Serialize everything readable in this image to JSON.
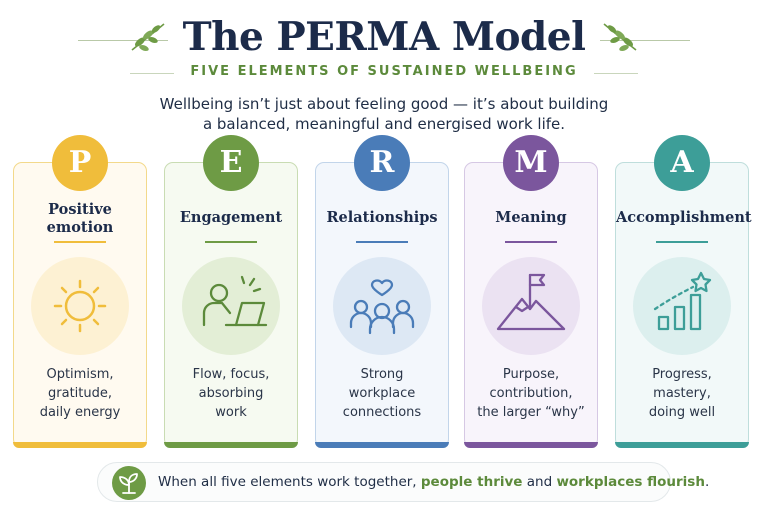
{
  "title": "The PERMA Model",
  "subtitle": "FIVE ELEMENTS OF SUSTAINED WELLBEING",
  "intro": {
    "line1": "Wellbeing isn’t just about feeling good — it’s about building",
    "line2": "a balanced, meaningful and energised work life."
  },
  "colors": {
    "navy": "#1c2b4a",
    "green": "#5c8a3b",
    "p": "#f0bd3b",
    "e": "#6e9b45",
    "r": "#4a7cb8",
    "m": "#7b569d",
    "a": "#3d9e98"
  },
  "cards": [
    {
      "letter": "P",
      "name_line1": "Positive",
      "name_line2": "emotion",
      "icon": "sun-icon",
      "desc": [
        "Optimism,",
        "gratitude,",
        "daily energy"
      ]
    },
    {
      "letter": "E",
      "name_line1": "Engagement",
      "name_line2": "",
      "icon": "person-at-laptop-icon",
      "desc": [
        "Flow, focus,",
        "absorbing",
        "work"
      ]
    },
    {
      "letter": "R",
      "name_line1": "Relationships",
      "name_line2": "",
      "icon": "people-heart-icon",
      "desc": [
        "Strong",
        "workplace",
        "connections"
      ]
    },
    {
      "letter": "M",
      "name_line1": "Meaning",
      "name_line2": "",
      "icon": "mountain-flag-icon",
      "desc": [
        "Purpose,",
        "contribution,",
        "the larger “why”"
      ]
    },
    {
      "letter": "A",
      "name_line1": "Accomplishment",
      "name_line2": "",
      "icon": "growth-chart-star-icon",
      "desc": [
        "Progress,",
        "mastery,",
        "doing well"
      ]
    }
  ],
  "footer": {
    "icon": "sprout-icon",
    "text_pre": "When all five elements work together,",
    "highlight1": "people thrive",
    "text_mid": "and",
    "highlight2": "workplaces flourish",
    "text_post": "."
  }
}
